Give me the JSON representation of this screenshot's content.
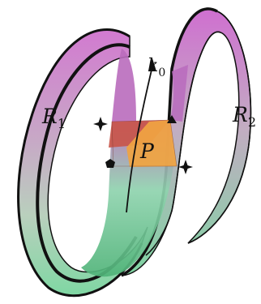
{
  "labels": {
    "r1": {
      "main": "R",
      "sub": "1"
    },
    "r2": {
      "main": "R",
      "sub": "2"
    },
    "p": "P",
    "k0": {
      "main": "k",
      "sub": "0"
    }
  },
  "colors": {
    "band_top": "#d27ad0",
    "band_mid": "#c4b6c2",
    "band_bottom": "#79d2a0",
    "band_dark_green": "#4fb378",
    "patch_red": "#c8564a",
    "patch_orange": "#f0a442",
    "outline": "#111111"
  },
  "markers": {
    "cross": "four-point-star",
    "triangle": "triangle",
    "pentagon": "pentagon"
  }
}
